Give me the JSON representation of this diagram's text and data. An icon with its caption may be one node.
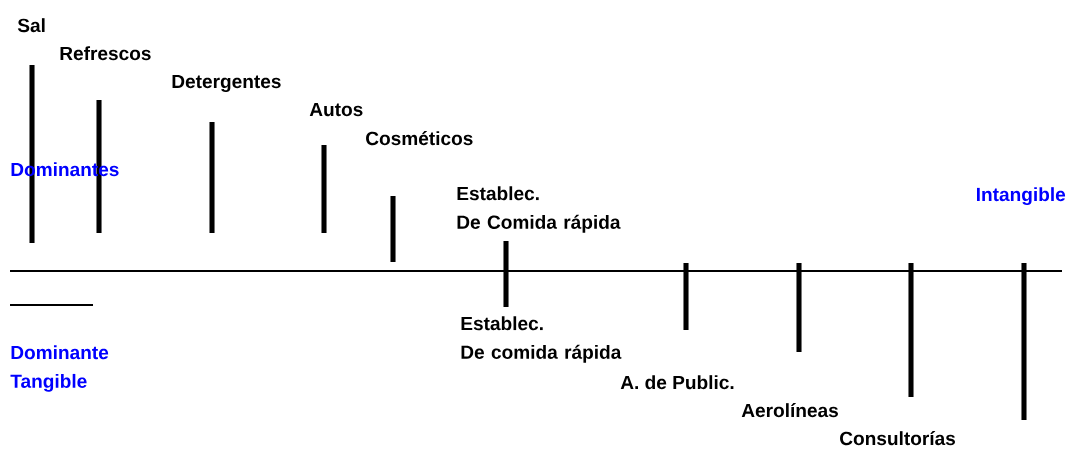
{
  "diagram": {
    "labels": [
      "Sal",
      "Refrescos",
      "Detergentes",
      "Autos",
      "Cosméticos",
      "Dominantes",
      "Establec. De Comida rápida",
      "Intangible",
      "Establec. De comida rápida",
      "Dominante Tangible",
      "A. de Public.",
      "Aerolíneas",
      "Consultorías"
    ]
  }
}
